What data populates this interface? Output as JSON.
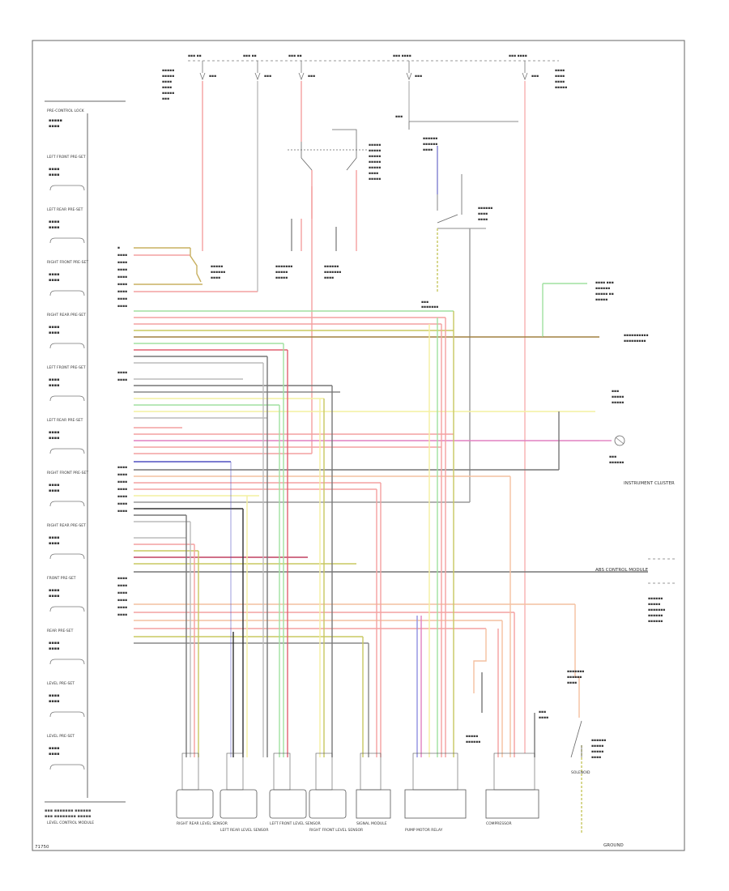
{
  "diagram": {
    "footer_code": "71750",
    "left_panel_labels": [
      "PRE-CONTROL LOCK",
      "LEFT FRONT PRE-SET",
      "LEFT REAR PRE-SET",
      "RIGHT FRONT PRE-SET",
      "RIGHT REAR PRE-SET",
      "LEFT FRONT PRE-SET",
      "LEFT REAR PRE-SET",
      "RIGHT FRONT PRE-SET",
      "RIGHT REAR PRE-SET",
      "FRONT PRE-SET",
      "REAR PRE-SET",
      "LEVEL PRE-SET",
      "LEVEL PRE-SET"
    ],
    "module_label": "LEVEL CONTROL MODULE",
    "bottom_components": [
      "RIGHT REAR LEVEL SENSOR",
      "LEFT REAR LEVEL SENSOR",
      "LEFT FRONT LEVEL SENSOR",
      "RIGHT FRONT LEVEL SENSOR",
      "SIGNAL MODULE",
      "PUMP MOTOR RELAY",
      "COMPRESSOR",
      "SOLENOID"
    ],
    "right_labels": [
      "INSTRUMENT CLUSTER",
      "GROUND",
      "ABS CONTROL MODULE"
    ]
  }
}
